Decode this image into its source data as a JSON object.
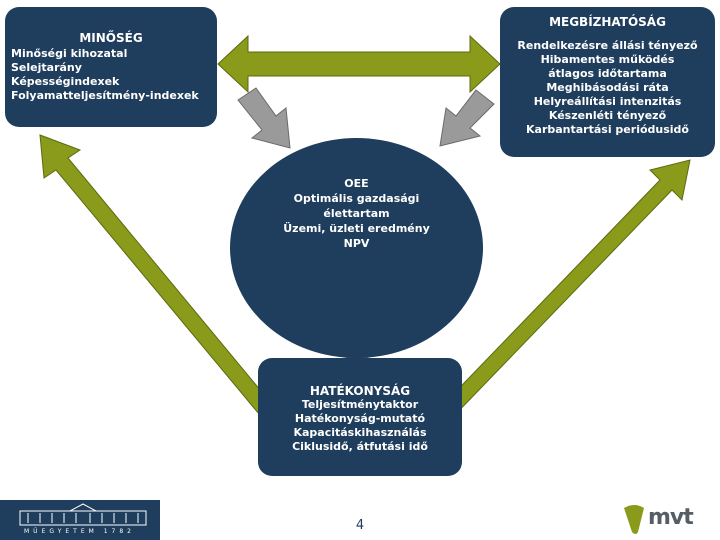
{
  "quality": {
    "title": "MINŐSÉG",
    "items": [
      "Minőségi kihozatal",
      "Selejtarány",
      "Képességindexek",
      "Folyamatteljesítmény-indexek"
    ]
  },
  "reliability": {
    "title": "MEGBÍZHATÓSÁG",
    "items": [
      "Rendelkezésre állási tényező",
      "Hibamentes működés",
      "átlagos időtartama",
      "Meghibásodási ráta",
      "Helyreállítási intenzitás",
      "Készenléti tényező",
      "Karbantartási periódusidő"
    ]
  },
  "center": {
    "items": [
      "OEE",
      "Optimális gazdasági",
      "élettartam",
      "Üzemi, üzleti eredmény",
      "NPV"
    ]
  },
  "efficiency": {
    "title": "HATÉKONYSÁG",
    "items": [
      "Teljesítménytaktor",
      "Hatékonyság-mutató",
      "Kapacitáskihasználás",
      "Ciklusidő, átfutási idő"
    ]
  },
  "footer": {
    "page_number": "4",
    "logo_text": "mvt",
    "building_caption": "MŰEGYETEM 1782"
  },
  "colors": {
    "box": "#1f3d5c",
    "arrow_green": "#8a9a1b",
    "arrow_gray": "#9a9a9a"
  }
}
